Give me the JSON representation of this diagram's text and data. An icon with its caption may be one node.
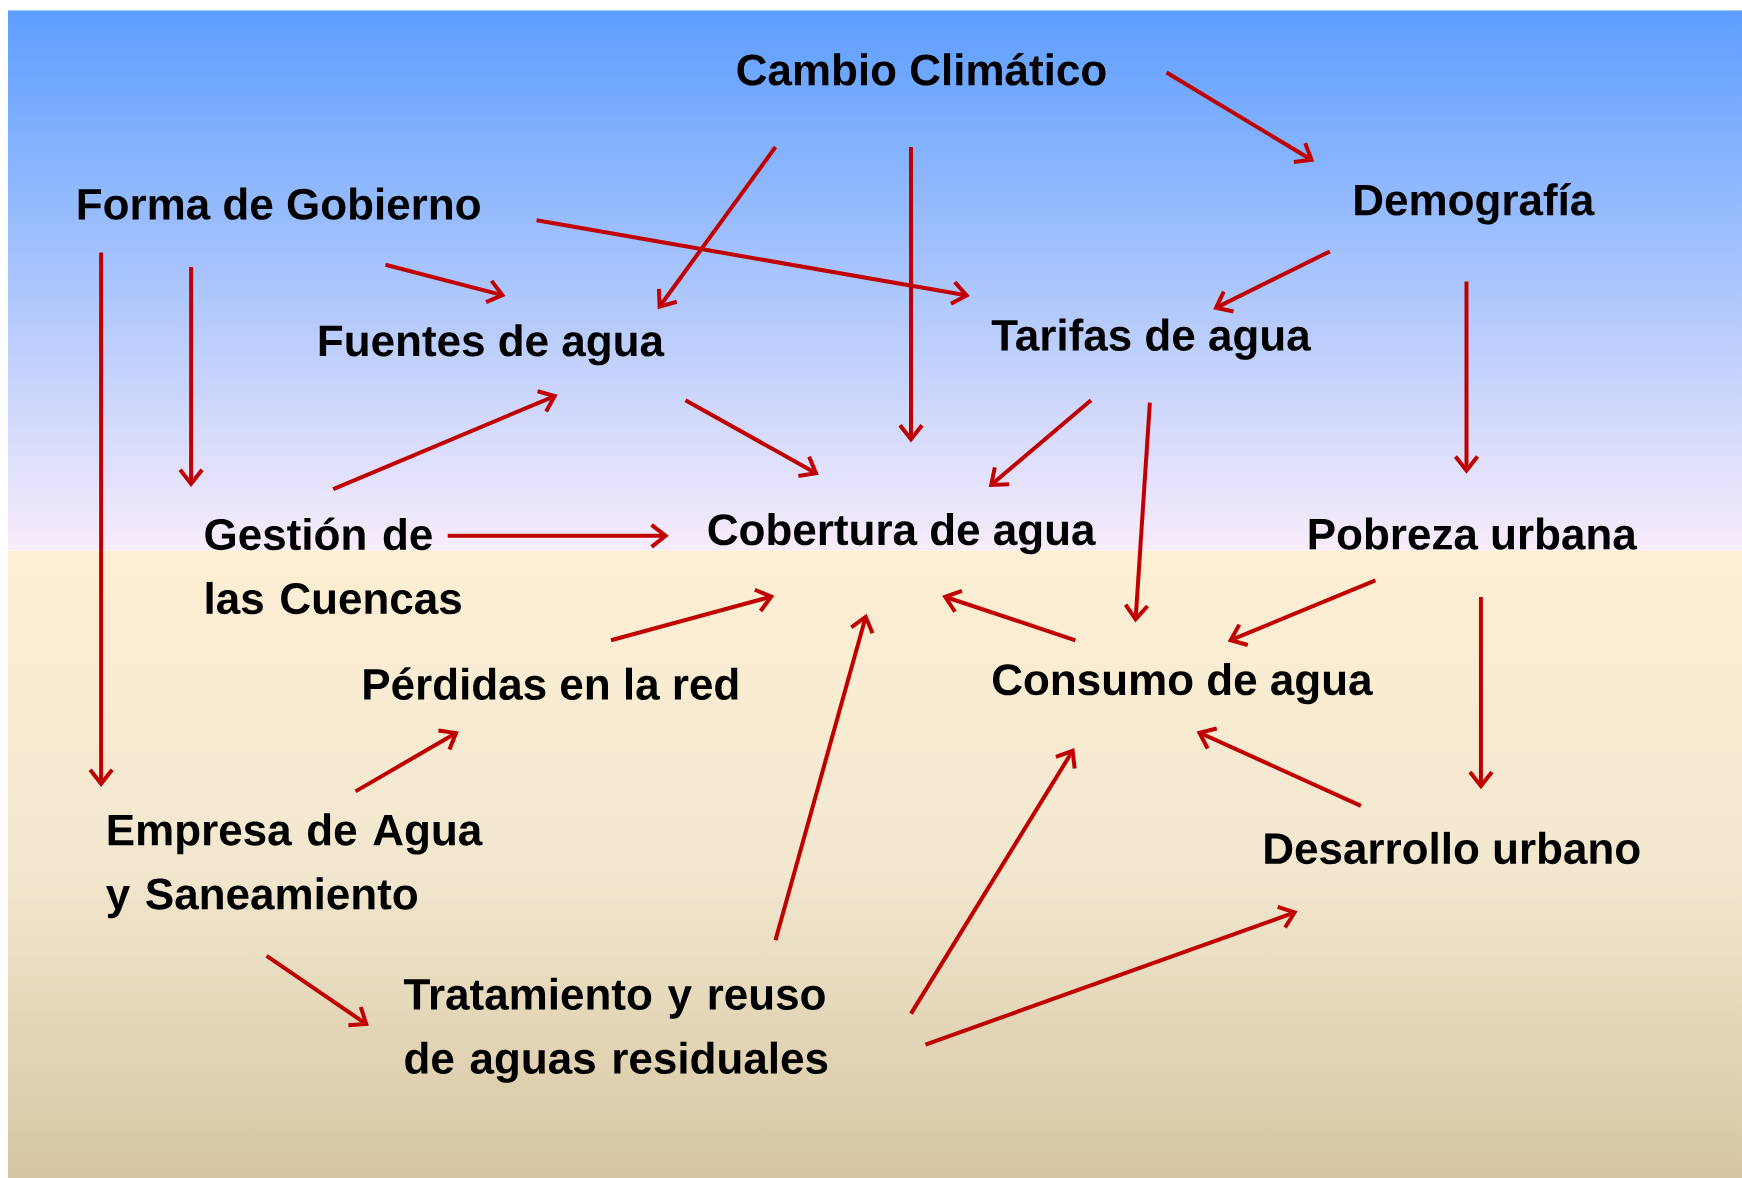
{
  "diagram": {
    "nodes": [
      {
        "text": [
          "Cambio Climático"
        ]
      },
      {
        "text": [
          "Forma de Gobierno"
        ]
      },
      {
        "text": [
          "Demografía"
        ]
      },
      {
        "text": [
          "Fuentes de agua"
        ]
      },
      {
        "text": [
          "Tarifas de agua"
        ]
      },
      {
        "text": [
          "Gestión de las Cuencas"
        ]
      },
      {
        "text": [
          "Cobertura de agua"
        ]
      },
      {
        "text": [
          "Pobreza urbana"
        ]
      },
      {
        "text": [
          "Pérdidas en la red"
        ]
      },
      {
        "text": [
          "Consumo de agua"
        ]
      },
      {
        "text": [
          "Empresa de Agua y Saneamiento"
        ]
      },
      {
        "text": [
          "Desarrollo urbano"
        ]
      },
      {
        "text": [
          "Tratamiento y reuso de aguas residuales"
        ]
      }
    ],
    "edges": [
      {
        "from": 0,
        "to": 2,
        "arrow": "to"
      },
      {
        "from": 0,
        "to": 3,
        "arrow": "to"
      },
      {
        "from": 0,
        "to": 6,
        "arrow": "to"
      },
      {
        "from": 1,
        "to": 4,
        "arrow": "to"
      },
      {
        "from": 1,
        "to": 3,
        "arrow": "to"
      },
      {
        "from": 1,
        "to": 5,
        "arrow": "to"
      },
      {
        "from": 1,
        "to": 10,
        "arrow": "to"
      },
      {
        "from": 2,
        "to": 4,
        "arrow": "to"
      },
      {
        "from": 2,
        "to": 7,
        "arrow": "to"
      },
      {
        "from": 3,
        "to": 6,
        "arrow": "to"
      },
      {
        "from": 4,
        "to": 6,
        "arrow": "to"
      },
      {
        "from": 4,
        "to": 9,
        "arrow": "to"
      },
      {
        "from": 5,
        "to": 3,
        "arrow": "to"
      },
      {
        "from": 5,
        "to": 6,
        "arrow": "to"
      },
      {
        "from": 7,
        "to": 9,
        "arrow": "to"
      },
      {
        "from": 7,
        "to": 11,
        "arrow": "to"
      },
      {
        "from": 8,
        "to": 6,
        "arrow": "to"
      },
      {
        "from": 9,
        "to": 6,
        "arrow": "to"
      },
      {
        "from": 10,
        "to": 8,
        "arrow": "to"
      },
      {
        "from": 10,
        "to": 12,
        "arrow": "to"
      },
      {
        "from": 12,
        "to": 6,
        "arrow": "to"
      },
      {
        "from": 12,
        "to": 9,
        "arrow": "to"
      },
      {
        "from": 12,
        "to": 11,
        "arrow": "to"
      },
      {
        "from": 11,
        "to": 9,
        "arrow": "to"
      }
    ]
  }
}
